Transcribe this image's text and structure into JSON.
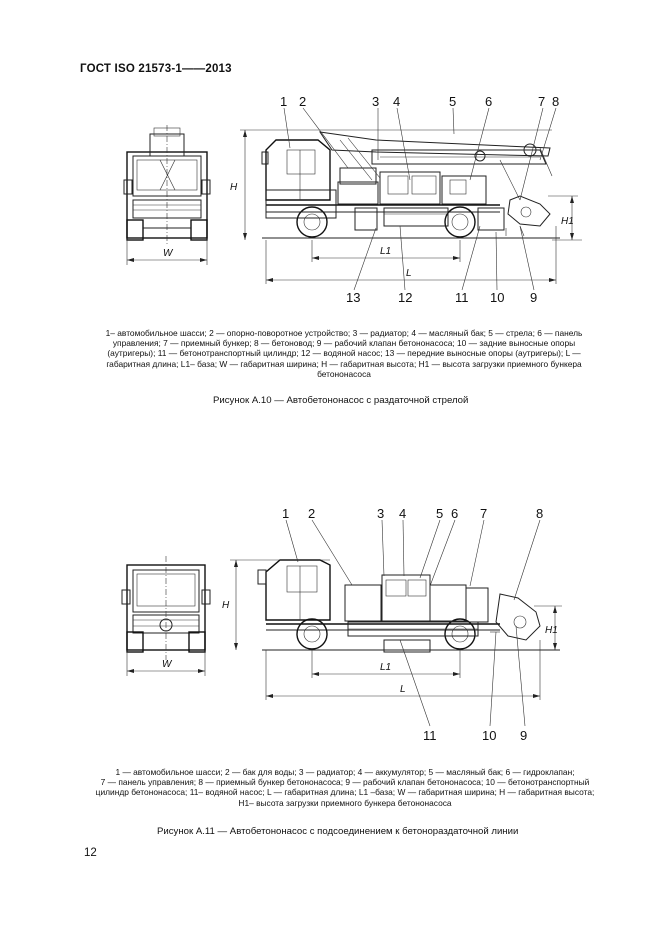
{
  "header": {
    "standard": "ГОСТ ISO 21573-1——2013"
  },
  "figure10": {
    "callouts_top": [
      "1",
      "2",
      "3",
      "4",
      "5",
      "6",
      "7",
      "8"
    ],
    "callouts_bottom": [
      "13",
      "12",
      "11",
      "10",
      "9"
    ],
    "dims": {
      "W": "W",
      "H": "H",
      "H1": "H1",
      "L1": "L1",
      "L": "L"
    },
    "legend_lines": [
      "1– автомобильное шасси; 2 — опорно-поворотное устройство; 3 — радиатор; 4 — масляный бак; 5 — стрела; 6 — панель",
      "управления; 7 — приемный бункер;  8 — бетоновод; 9 — рабочий клапан бетононасоса; 10 — задние выносные опоры",
      "(аутригеры); 11 — бетонотранспортный цилиндр; 12 — водяной насос; 13 — передние выносные опоры (аутригеры); L —",
      "габаритная длина; L1– база; W — габаритная ширина; H — габаритная высота; H1 — высота загрузки приемного бункера",
      "бетононасоса"
    ],
    "caption": "Рисунок А.10 — Автобетононасос с раздаточной стрелой"
  },
  "figure11": {
    "callouts_top": [
      "1",
      "2",
      "3",
      "4",
      "5",
      "6",
      "7",
      "8"
    ],
    "callouts_bottom": [
      "11",
      "10",
      "9"
    ],
    "dims": {
      "W": "W",
      "H": "H",
      "H1": "H1",
      "L1": "L1",
      "L": "L"
    },
    "legend_lines": [
      "1 — автомобильное шасси; 2 — бак для воды; 3 — радиатор; 4 — аккумулятор; 5 — масляный бак; 6 — гидроклапан;",
      "7 — панель управления; 8 — приемный бункер бетононасоса; 9 — рабочий клапан бетононасоса; 10 — бетонотранспортный",
      "цилиндр бетононасоса; 11– водяной насос; L — габаритная длина; L1 –база; W — габаритная ширина; H — габаритная высота;",
      "H1– высота загрузки приемного бункера бетононасоса"
    ],
    "caption": "Рисунок А.11 — Автобетононасос с подсоединением к бетонораздаточной линии"
  },
  "page": {
    "number": "12"
  }
}
